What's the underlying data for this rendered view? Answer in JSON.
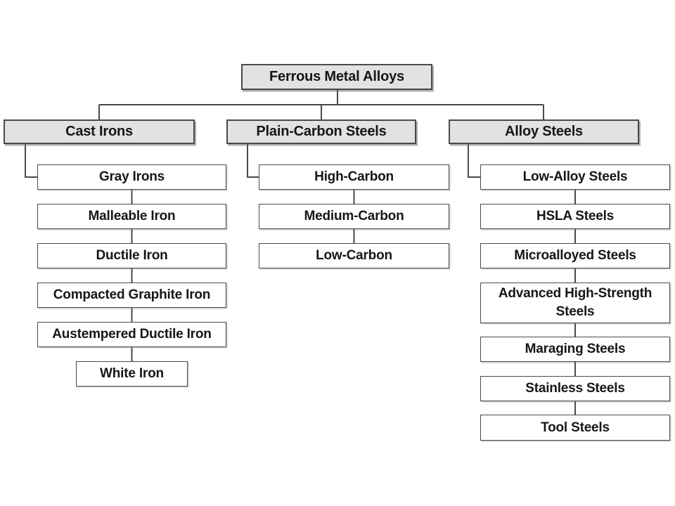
{
  "diagram": {
    "root": {
      "label": "Ferrous Metal Alloys"
    },
    "branches": [
      {
        "label": "Cast Irons",
        "children": [
          "Gray Irons",
          "Malleable Iron",
          "Ductile Iron",
          "Compacted Graphite Iron",
          "Austempered Ductile Iron",
          "White Iron"
        ]
      },
      {
        "label": "Plain-Carbon Steels",
        "children": [
          "High-Carbon",
          "Medium-Carbon",
          "Low-Carbon"
        ]
      },
      {
        "label": "Alloy Steels",
        "children": [
          "Low-Alloy Steels",
          "HSLA Steels",
          "Microalloyed Steels",
          "Advanced High-Strength Steels",
          "Maraging Steels",
          "Stainless Steels",
          "Tool Steels"
        ]
      }
    ],
    "colors": {
      "header_fill": "#e2e2e2",
      "box_fill": "#ffffff",
      "border": "#4a4a4a",
      "text": "#161616",
      "background": "#ffffff"
    }
  }
}
